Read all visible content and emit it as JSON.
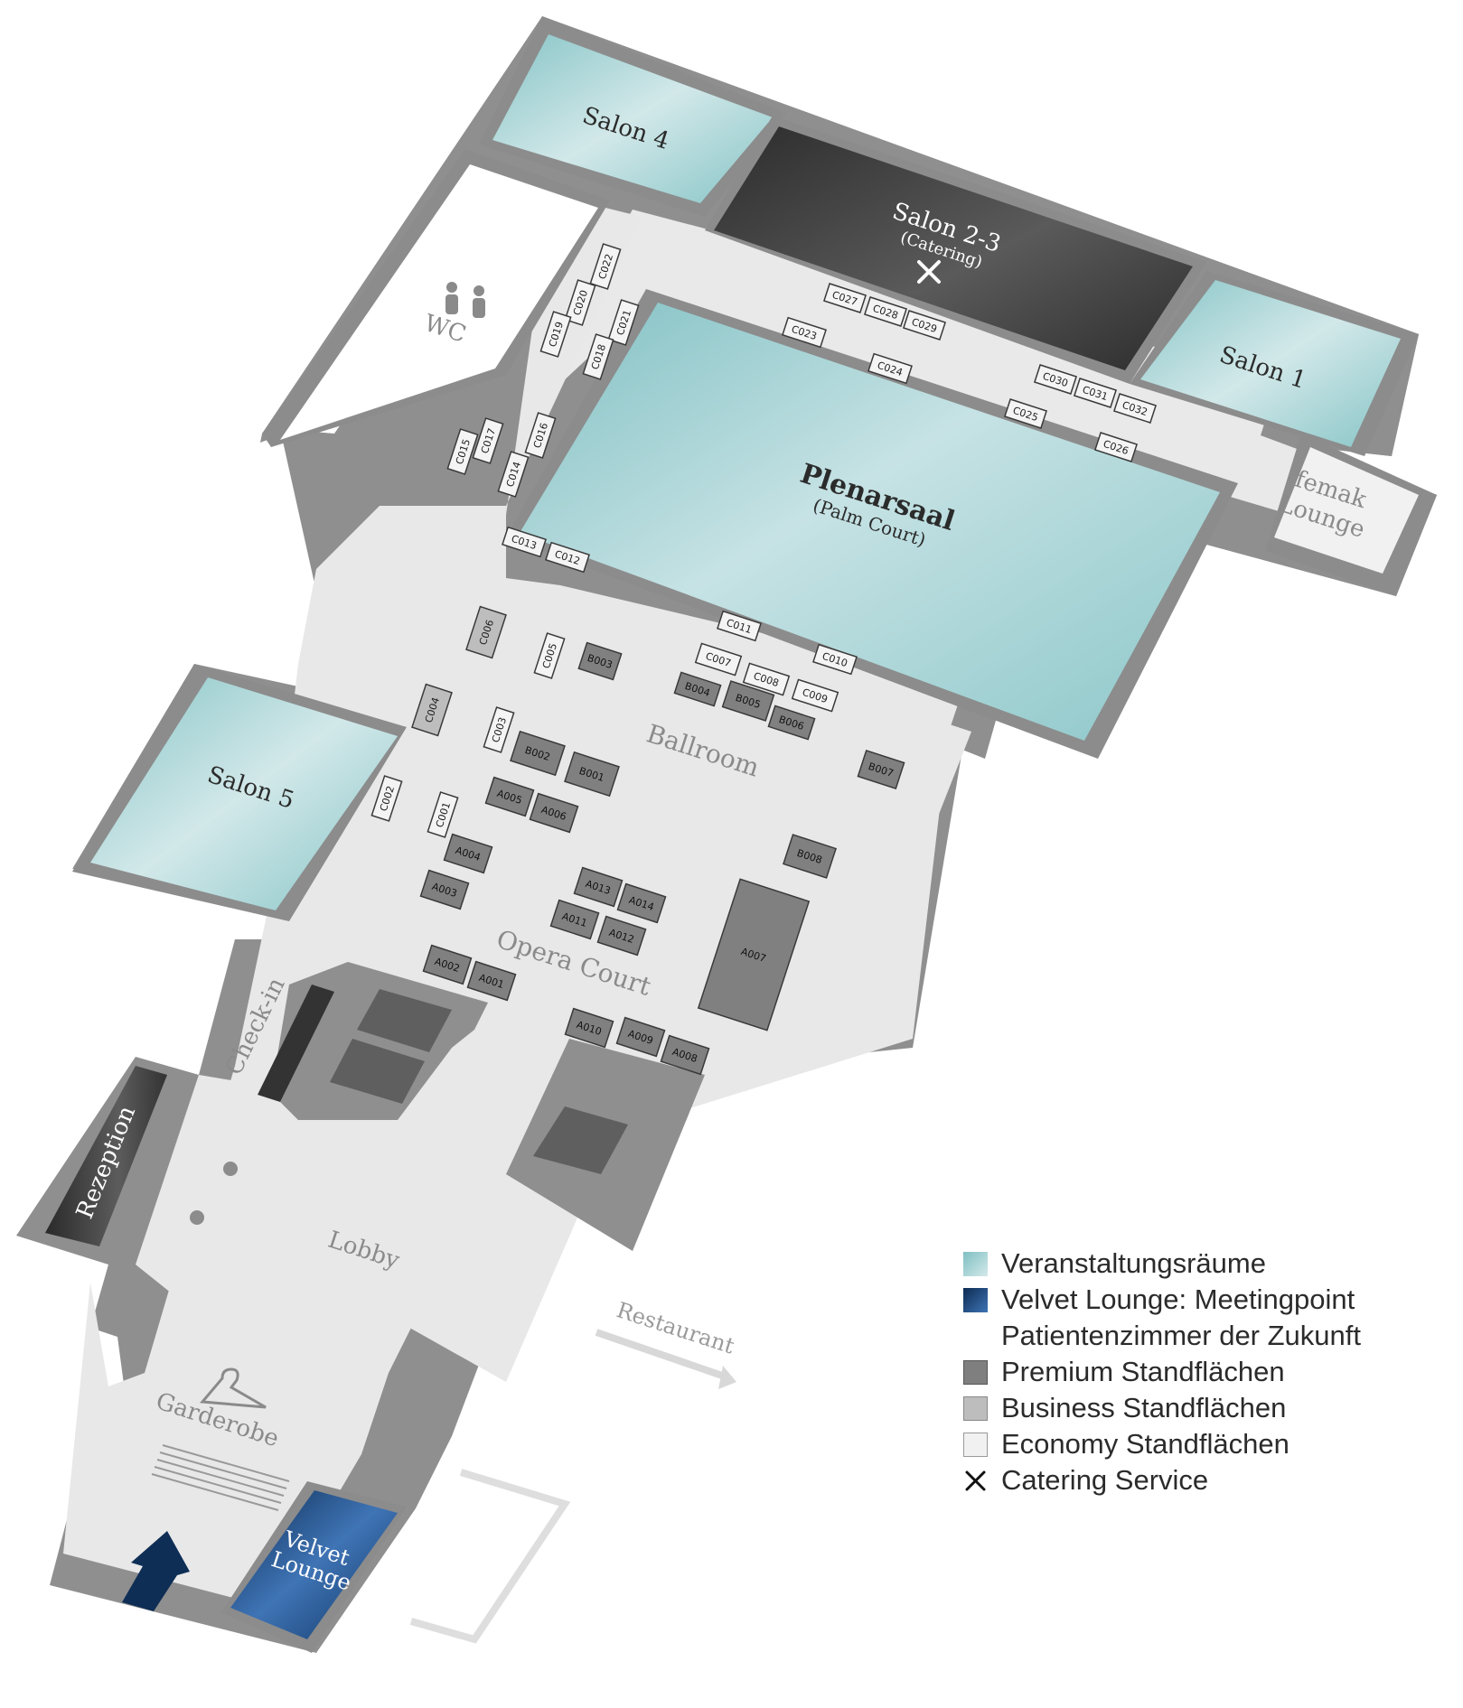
{
  "colors": {
    "event_room_a": "#8fc9cb",
    "event_room_b": "#cfe6e7",
    "velvet_a": "#0d2f57",
    "velvet_b": "#3b6fb0",
    "premium": "#7f7f7f",
    "business": "#bdbdbd",
    "economy": "#f1f1f1",
    "wall": "#8e8e8e",
    "floor": "#ebebeb",
    "catering_room": "#3b3b3b"
  },
  "rooms": {
    "salon4": "Salon 4",
    "salon23": "Salon 2-3",
    "salon23_sub": "(Catering)",
    "salon1": "Salon 1",
    "plenar": "Plenarsaal",
    "plenar_sub": "(Palm Court)",
    "salon5": "Salon 5",
    "wc": "WC",
    "femak1": "femak",
    "femak2": "Lounge",
    "ballroom": "Ballroom",
    "opera": "Opera Court",
    "checkin": "Check-in",
    "rezeption": "Rezeption",
    "lobby": "Lobby",
    "restaurant": "Restaurant",
    "garderobe": "Garderobe",
    "velvet1": "Velvet",
    "velvet2": "Lounge"
  },
  "booths": {
    "c001": "C001",
    "c002": "C002",
    "c003": "C003",
    "c004": "C004",
    "c005": "C005",
    "c006": "C006",
    "c007": "C007",
    "c008": "C008",
    "c009": "C009",
    "c010": "C010",
    "c011": "C011",
    "c012": "C012",
    "c013": "C013",
    "c014": "C014",
    "c015": "C015",
    "c016": "C016",
    "c017": "C017",
    "c018": "C018",
    "c019": "C019",
    "c020": "C020",
    "c021": "C021",
    "c022": "C022",
    "c023": "C023",
    "c024": "C024",
    "c025": "C025",
    "c026": "C026",
    "c027": "C027",
    "c028": "C028",
    "c029": "C029",
    "c030": "C030",
    "c031": "C031",
    "c032": "C032",
    "b001": "B001",
    "b002": "B002",
    "b003": "B003",
    "b004": "B004",
    "b005": "B005",
    "b006": "B006",
    "b007": "B007",
    "b008": "B008",
    "a001": "A001",
    "a002": "A002",
    "a003": "A003",
    "a004": "A004",
    "a005": "A005",
    "a006": "A006",
    "a007": "A007",
    "a008": "A008",
    "a009": "A009",
    "a010": "A010",
    "a011": "A011",
    "a012": "A012",
    "a013": "A013",
    "a014": "A014"
  },
  "legend": {
    "event_rooms": "Veranstaltungsräume",
    "velvet_line1": "Velvet Lounge: Meetingpoint",
    "velvet_line2": "Patientenzimmer der Zukunft",
    "premium": "Premium Standflächen",
    "business": "Business Standflächen",
    "economy": "Economy Standflächen",
    "catering": "Catering Service",
    "catering_icon": "fork-knife-icon"
  }
}
